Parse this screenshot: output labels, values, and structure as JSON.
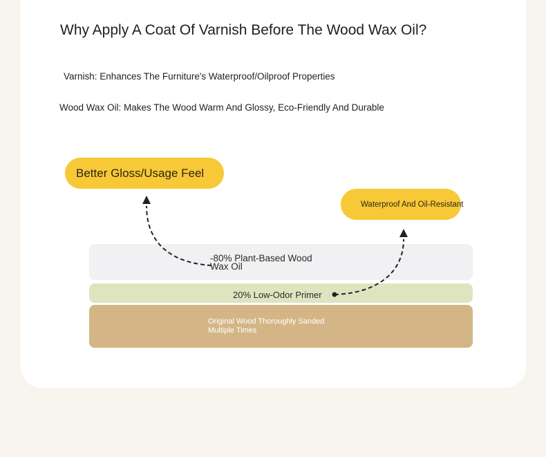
{
  "heading": {
    "title": "Why Apply A Coat Of Varnish Before The Wood Wax Oil?"
  },
  "descriptions": {
    "varnish": "Varnish: Enhances The Furniture's Waterproof/Oilproof Properties",
    "wax_oil": "Wood Wax Oil: Makes The Wood Warm And Glossy, Eco-Friendly And Durable"
  },
  "callouts": {
    "gloss": "Better Gloss/Usage Feel",
    "waterproof": "Waterproof And Oil-Resistant"
  },
  "layers": {
    "wax_oil": "-80% Plant-Based Wood Wax Oil",
    "primer": "20% Low-Odor Primer",
    "wood": "Original Wood Thoroughly Sanded Multiple Times"
  },
  "colors": {
    "callout_fill": "#f8c936",
    "wax_layer": "#f1f0f2",
    "primer_layer": "#dfe4c0",
    "wood_layer": "#d4b686",
    "background": "#f8f4ee"
  }
}
